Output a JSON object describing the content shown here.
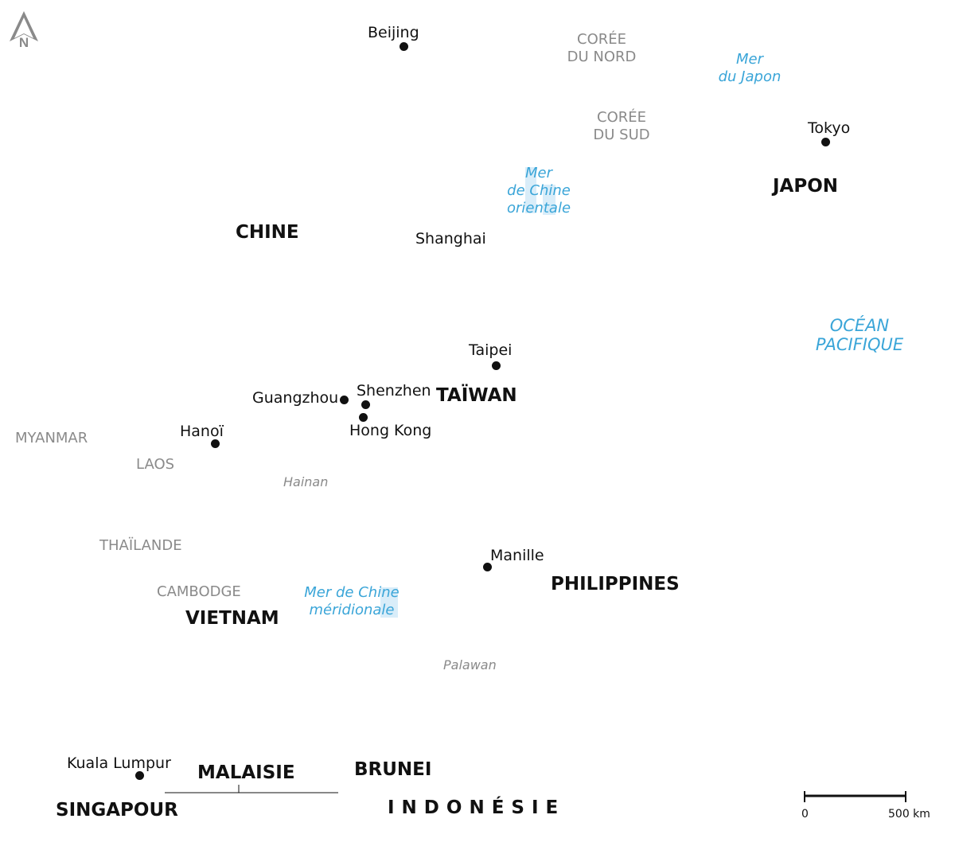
{
  "compass": {
    "letter": "N",
    "icon": "north-arrow-icon"
  },
  "colors": {
    "sea": "#3aa5d8",
    "minor_country": "#8a8a8a",
    "major": "#111111"
  },
  "cities": {
    "beijing": "Beijing",
    "tokyo": "Tokyo",
    "shanghai": "Shanghai",
    "taipei": "Taipei",
    "guangzhou": "Guangzhou",
    "shenzhen": "Shenzhen",
    "hong_kong": "Hong Kong",
    "hanoi": "Hanoï",
    "manille": "Manille",
    "kuala_lumpur": "Kuala Lumpur"
  },
  "countries_major": {
    "chine": "CHINE",
    "japon": "JAPON",
    "taiwan": "TAÏWAN",
    "philippines": "PHILIPPINES",
    "vietnam": "VIETNAM",
    "malaisie": "MALAISIE",
    "brunei": "BRUNEI",
    "singapour": "SINGAPOUR",
    "indonesie": "INDONÉSIE"
  },
  "countries_minor": {
    "coree_nord_1": "CORÉE",
    "coree_nord_2": "DU NORD",
    "coree_sud_1": "CORÉE",
    "coree_sud_2": "DU SUD",
    "myanmar": "MYANMAR",
    "laos": "LAOS",
    "thailande": "THAÏLANDE",
    "cambodge": "CAMBODGE"
  },
  "islands": {
    "hainan": "Hainan",
    "palawan": "Palawan"
  },
  "seas": {
    "japon_1": "Mer",
    "japon_2": "du Japon",
    "orientale_1": "Mer",
    "orientale_2": "de Chine",
    "orientale_3": "orientale",
    "meridionale_1": "Mer de Chine",
    "meridionale_2": "méridionale",
    "pacifique_1": "OCÉAN",
    "pacifique_2": "PACIFIQUE"
  },
  "scale": {
    "start": "0",
    "end": "500 km"
  }
}
